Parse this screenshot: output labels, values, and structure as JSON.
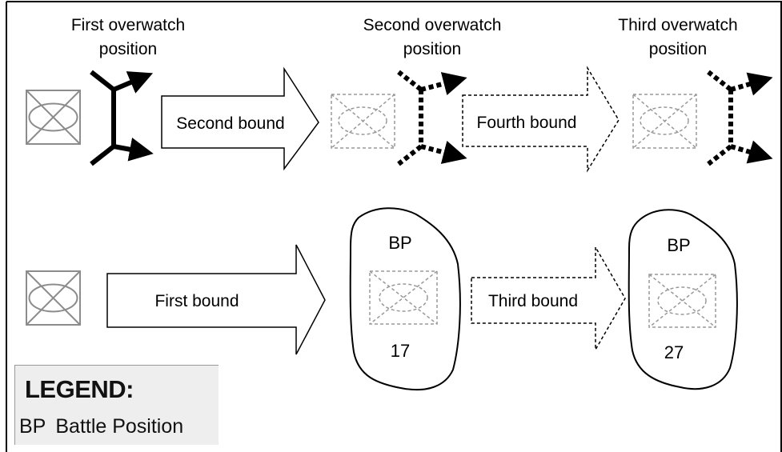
{
  "labels": {
    "first_overwatch": [
      "First overwatch",
      "position"
    ],
    "second_overwatch": [
      "Second overwatch",
      "position"
    ],
    "third_overwatch": [
      "Third overwatch",
      "position"
    ]
  },
  "bounds": {
    "first": "First bound",
    "second": "Second bound",
    "third": "Third bound",
    "fourth": "Fourth bound"
  },
  "battle_positions": [
    {
      "label": "BP",
      "number": "17"
    },
    {
      "label": "BP",
      "number": "27"
    }
  ],
  "legend": {
    "title": "LEGEND:",
    "entries": [
      {
        "abbr": "BP",
        "meaning": "Battle Position"
      }
    ]
  },
  "colors": {
    "solid": "#000000",
    "unit_symbol": "#8c8c8c",
    "dashed_unit": "#999999"
  }
}
